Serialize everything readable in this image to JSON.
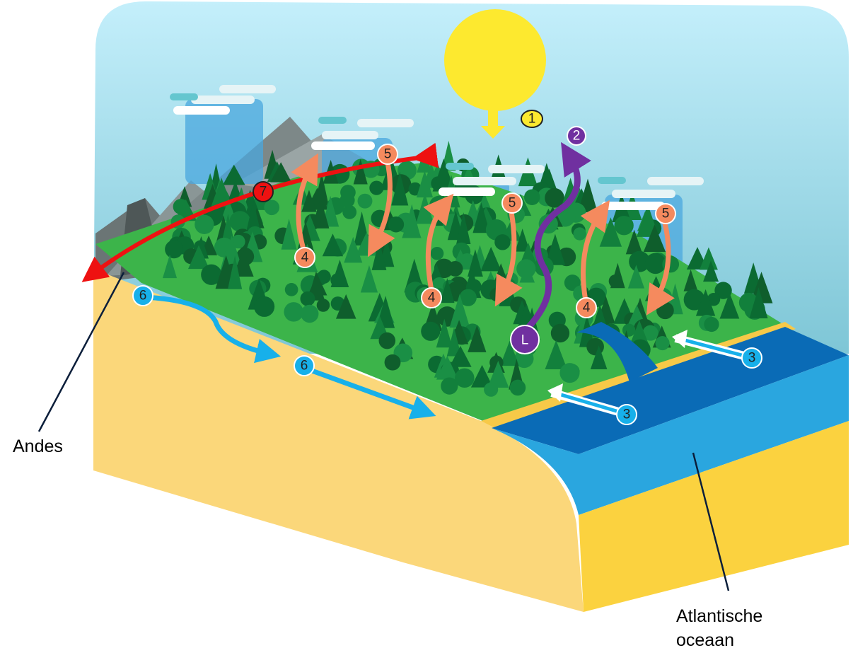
{
  "labels": {
    "andes": "Andes",
    "ocean_line1": "Atlantische",
    "ocean_line2": "oceaan"
  },
  "badges": {
    "sun": "1",
    "evapo": "2",
    "wind": "3",
    "up": "4",
    "down": "5",
    "river": "6",
    "andes_flow": "7",
    "land": "L"
  },
  "colors": {
    "sky_top": "#c4effb",
    "sky_bottom": "#7cc8d8",
    "sun": "#fde92f",
    "forest": "#3cb44a",
    "sand": "#fbd77a",
    "ocean": "#2aa6df",
    "ocean_dark": "#0a6bb6",
    "orange": "#f58a5e",
    "purple": "#7030a0",
    "red": "#ee1111",
    "blue": "#17b0ea"
  }
}
